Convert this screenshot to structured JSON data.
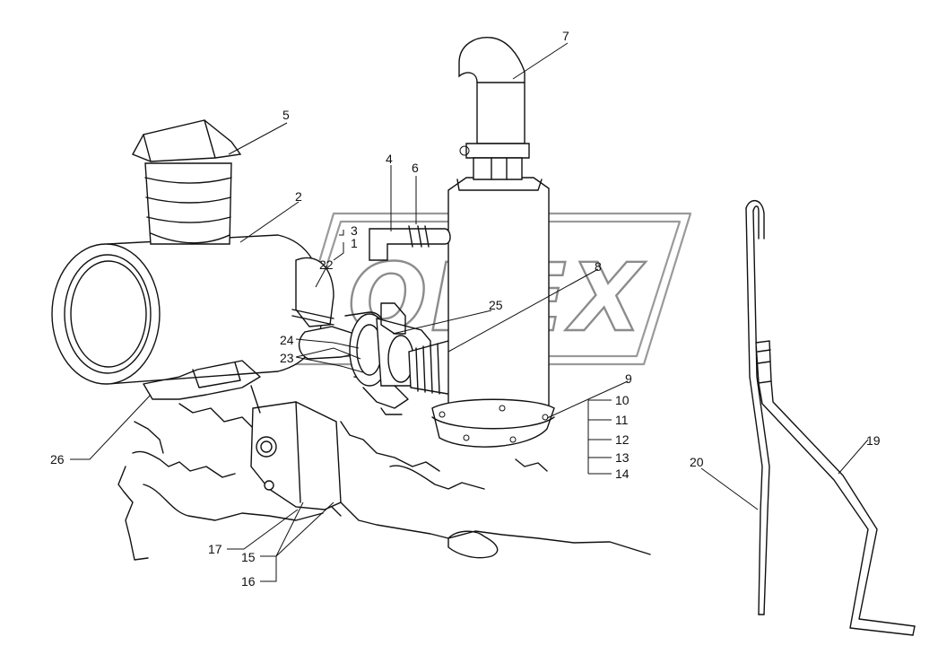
{
  "diagram": {
    "watermark_text": "OPEX",
    "callouts": {
      "c1": "1",
      "c2": "2",
      "c3": "3",
      "c4": "4",
      "c5": "5",
      "c6": "6",
      "c7": "7",
      "c8": "8",
      "c9": "9",
      "c10": "10",
      "c11": "11",
      "c12": "12",
      "c13": "13",
      "c14": "14",
      "c15": "15",
      "c16": "16",
      "c17": "17",
      "c19": "19",
      "c20": "20",
      "c22": "22",
      "c23": "23",
      "c24": "24",
      "c25": "25",
      "c26": "26"
    }
  }
}
